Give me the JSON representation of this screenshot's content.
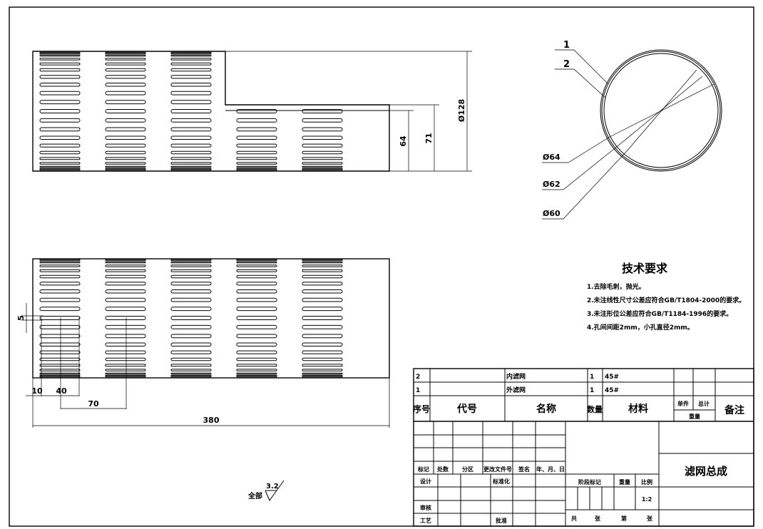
{
  "drawing": {
    "top_view": {
      "dims": {
        "d64": "64",
        "d71": "71",
        "d128": "Ø128"
      }
    },
    "front_view": {
      "dims": {
        "d5": "5",
        "d10": "10",
        "d40": "40",
        "d70": "70",
        "d380": "380"
      }
    },
    "section": {
      "balloons": [
        "1",
        "2"
      ],
      "dims": [
        "Ø64",
        "Ø62",
        "Ø60"
      ]
    },
    "roughness": {
      "label": "全部",
      "value": "3.2"
    }
  },
  "tech_requirements": {
    "title": "技术要求",
    "items": [
      "1.去除毛刺，抛光。",
      "2.未注线性尺寸公差应符合GB/T1804-2000的要求。",
      "3.未注形位公差应符合GB/T1184-1996的要求。",
      "4.孔间间距2mm，小孔直径2mm。"
    ]
  },
  "parts_list": {
    "rows": [
      {
        "no": "2",
        "code": "",
        "name": "内滤网",
        "qty": "1",
        "material": "45#"
      },
      {
        "no": "1",
        "code": "",
        "name": "外滤网",
        "qty": "1",
        "material": "45#"
      }
    ],
    "headers": {
      "no": "序号",
      "code": "代号",
      "name": "名称",
      "qty": "数量",
      "material": "材料",
      "unit": "单件",
      "total": "总计",
      "weight": "重量",
      "remark": "备注"
    }
  },
  "title_block": {
    "revision_headers": [
      "标记",
      "处数",
      "分区",
      "更改文件号",
      "签名",
      "年、月、日"
    ],
    "design": "设计",
    "standard": "标准化",
    "review": "审核",
    "process": "工艺",
    "approve": "批准",
    "stage": "阶段标记",
    "weight": "重量",
    "scale_label": "比例",
    "scale": "1:2",
    "sheets": [
      "共",
      "张",
      "第",
      "张"
    ],
    "drawing_title": "滤网总成"
  }
}
